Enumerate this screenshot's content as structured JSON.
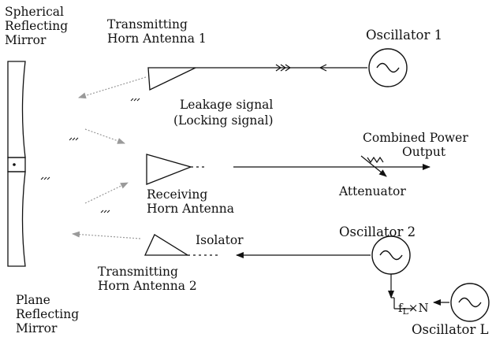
{
  "labels": {
    "spherical_mirror": [
      "Spherical",
      "Reflecting",
      "Mirror"
    ],
    "plane_mirror": [
      "Plane",
      "Reflecting",
      "Mirror"
    ],
    "tx_horn_1": [
      "Transmitting",
      "Horn Antenna 1"
    ],
    "tx_horn_2": [
      "Transmitting",
      "Horn Antenna 2"
    ],
    "rx_horn": [
      "Receiving",
      "Horn Antenna"
    ],
    "oscillator_1": "Oscillator 1",
    "oscillator_2": "Oscillator 2",
    "oscillator_l": "Oscillator L",
    "leakage": [
      "Leakage signal",
      "(Locking signal)"
    ],
    "combined_output": [
      "Combined Power",
      "Output"
    ],
    "attenuator": "Attenuator",
    "isolator": "Isolator",
    "multiplier": "f",
    "multiplier_sub": "L",
    "multiplier_tail": "×N"
  },
  "colors": {
    "ink": "#111111",
    "beam": "#9a9a9a"
  }
}
